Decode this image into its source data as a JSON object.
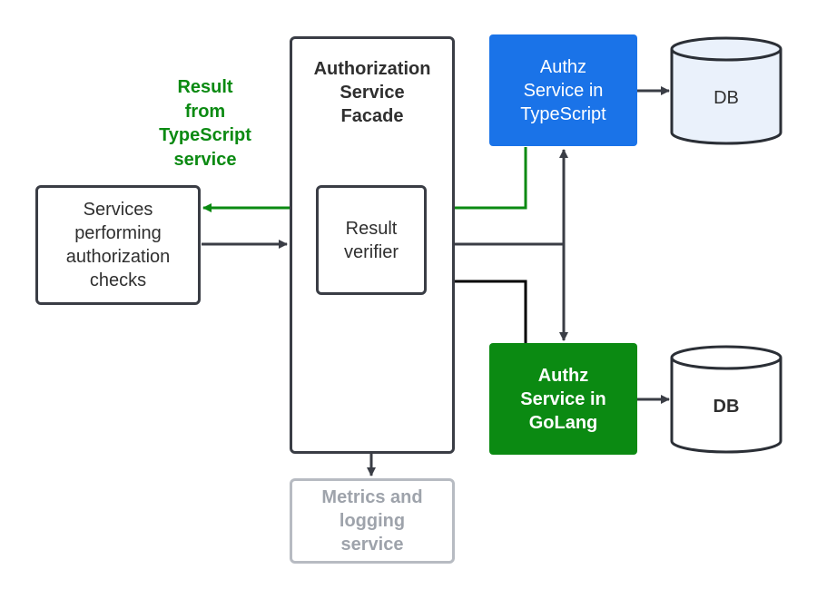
{
  "caller": {
    "label": "Services\nperforming\nauthorization\nchecks"
  },
  "facade": {
    "title": "Authorization\nService\nFacade"
  },
  "verifier": {
    "label": "Result\nverifier"
  },
  "ts_service": {
    "label": "Authz\nService in\nTypeScript"
  },
  "go_service": {
    "label": "Authz\nService in\nGoLang"
  },
  "metrics": {
    "label": "Metrics and\nlogging\nservice"
  },
  "result_label": "Result\nfrom\nTypeScript\nservice",
  "db_top": {
    "label": "DB"
  },
  "db_bottom": {
    "label": "DB"
  },
  "colors": {
    "typescript_blue": "#1a73e8",
    "golang_green": "#0b8a12",
    "result_green": "#0b8a12",
    "db_fill": "#eaf1fb",
    "muted_gray": "#b7bbc2",
    "line_dark": "#3a3d45"
  }
}
